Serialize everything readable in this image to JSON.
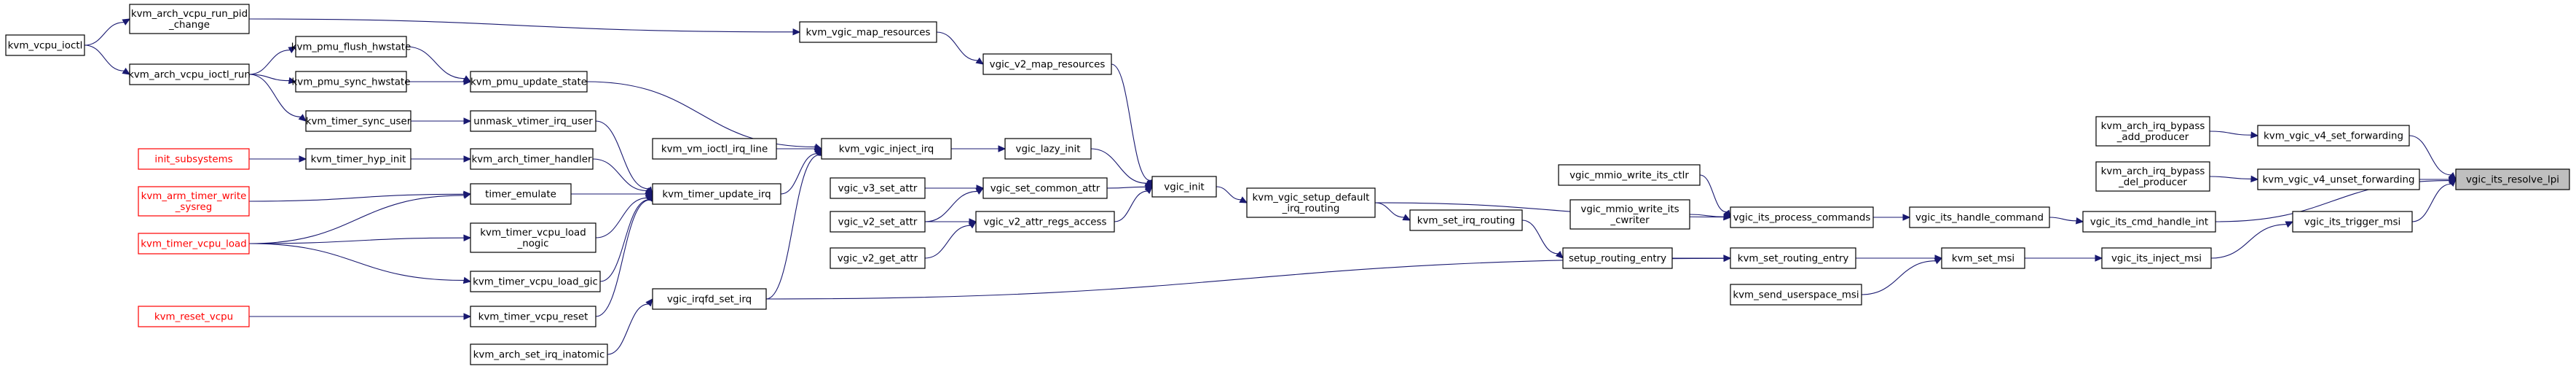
{
  "graph": {
    "root": "vgic_its_resolve_lpi",
    "nodes": {
      "kvm_vcpu_ioctl": {
        "lines": [
          "kvm_vcpu_ioctl"
        ]
      },
      "kvm_arch_vcpu_run_pid_change": {
        "lines": [
          "kvm_arch_vcpu_run_pid",
          "_change"
        ]
      },
      "kvm_arch_vcpu_ioctl_run": {
        "lines": [
          "kvm_arch_vcpu_ioctl_run"
        ]
      },
      "kvm_pmu_flush_hwstate": {
        "lines": [
          "kvm_pmu_flush_hwstate"
        ]
      },
      "kvm_pmu_sync_hwstate": {
        "lines": [
          "kvm_pmu_sync_hwstate"
        ]
      },
      "kvm_timer_sync_user": {
        "lines": [
          "kvm_timer_sync_user"
        ]
      },
      "init_subsystems": {
        "lines": [
          "init_subsystems"
        ],
        "color": "red"
      },
      "kvm_timer_hyp_init": {
        "lines": [
          "kvm_timer_hyp_init"
        ]
      },
      "kvm_arm_timer_write_sysreg": {
        "lines": [
          "kvm_arm_timer_write",
          "_sysreg"
        ],
        "color": "red"
      },
      "kvm_timer_vcpu_load": {
        "lines": [
          "kvm_timer_vcpu_load"
        ],
        "color": "red"
      },
      "kvm_reset_vcpu": {
        "lines": [
          "kvm_reset_vcpu"
        ],
        "color": "red"
      },
      "kvm_pmu_update_state": {
        "lines": [
          "kvm_pmu_update_state"
        ]
      },
      "unmask_vtimer_irq_user": {
        "lines": [
          "unmask_vtimer_irq_user"
        ]
      },
      "kvm_arch_timer_handler": {
        "lines": [
          "kvm_arch_timer_handler"
        ]
      },
      "timer_emulate": {
        "lines": [
          "timer_emulate"
        ]
      },
      "kvm_timer_vcpu_load_nogic": {
        "lines": [
          "kvm_timer_vcpu_load",
          "_nogic"
        ]
      },
      "kvm_timer_vcpu_load_gic": {
        "lines": [
          "kvm_timer_vcpu_load_gic"
        ]
      },
      "kvm_timer_vcpu_reset": {
        "lines": [
          "kvm_timer_vcpu_reset"
        ]
      },
      "kvm_arch_set_irq_inatomic": {
        "lines": [
          "kvm_arch_set_irq_inatomic"
        ]
      },
      "kvm_vm_ioctl_irq_line": {
        "lines": [
          "kvm_vm_ioctl_irq_line"
        ]
      },
      "kvm_timer_update_irq": {
        "lines": [
          "kvm_timer_update_irq"
        ]
      },
      "vgic_irqfd_set_irq": {
        "lines": [
          "vgic_irqfd_set_irq"
        ]
      },
      "kvm_vgic_map_resources": {
        "lines": [
          "kvm_vgic_map_resources"
        ]
      },
      "kvm_vgic_inject_irq": {
        "lines": [
          "kvm_vgic_inject_irq"
        ]
      },
      "vgic_v3_set_attr": {
        "lines": [
          "vgic_v3_set_attr"
        ]
      },
      "vgic_v2_set_attr": {
        "lines": [
          "vgic_v2_set_attr"
        ]
      },
      "vgic_v2_get_attr": {
        "lines": [
          "vgic_v2_get_attr"
        ]
      },
      "vgic_v2_map_resources": {
        "lines": [
          "vgic_v2_map_resources"
        ]
      },
      "vgic_lazy_init": {
        "lines": [
          "vgic_lazy_init"
        ]
      },
      "vgic_set_common_attr": {
        "lines": [
          "vgic_set_common_attr"
        ]
      },
      "vgic_v2_attr_regs_access": {
        "lines": [
          "vgic_v2_attr_regs_access"
        ]
      },
      "vgic_init": {
        "lines": [
          "vgic_init"
        ]
      },
      "kvm_vgic_setup_default_irq_routing": {
        "lines": [
          "kvm_vgic_setup_default",
          "_irq_routing"
        ]
      },
      "kvm_set_irq_routing": {
        "lines": [
          "kvm_set_irq_routing"
        ]
      },
      "setup_routing_entry": {
        "lines": [
          "setup_routing_entry"
        ]
      },
      "vgic_mmio_write_its_ctlr": {
        "lines": [
          "vgic_mmio_write_its_ctlr"
        ]
      },
      "vgic_mmio_write_its_cwriter": {
        "lines": [
          "vgic_mmio_write_its",
          "_cwriter"
        ]
      },
      "kvm_set_routing_entry": {
        "lines": [
          "kvm_set_routing_entry"
        ]
      },
      "kvm_send_userspace_msi": {
        "lines": [
          "kvm_send_userspace_msi"
        ]
      },
      "vgic_its_process_commands": {
        "lines": [
          "vgic_its_process_commands"
        ]
      },
      "kvm_set_msi": {
        "lines": [
          "kvm_set_msi"
        ]
      },
      "vgic_its_handle_command": {
        "lines": [
          "vgic_its_handle_command"
        ]
      },
      "vgic_its_cmd_handle_int": {
        "lines": [
          "vgic_its_cmd_handle_int"
        ]
      },
      "vgic_its_inject_msi": {
        "lines": [
          "vgic_its_inject_msi"
        ]
      },
      "kvm_arch_irq_bypass_add_producer": {
        "lines": [
          "kvm_arch_irq_bypass",
          "_add_producer"
        ]
      },
      "kvm_arch_irq_bypass_del_producer": {
        "lines": [
          "kvm_arch_irq_bypass",
          "_del_producer"
        ]
      },
      "kvm_vgic_v4_set_forwarding": {
        "lines": [
          "kvm_vgic_v4_set_forwarding"
        ]
      },
      "kvm_vgic_v4_unset_forwarding": {
        "lines": [
          "kvm_vgic_v4_unset_forwarding"
        ]
      },
      "vgic_its_trigger_msi": {
        "lines": [
          "vgic_its_trigger_msi"
        ]
      },
      "vgic_its_resolve_lpi": {
        "lines": [
          "vgic_its_resolve_lpi"
        ]
      }
    },
    "edges": [
      [
        "vgic_its_resolve_lpi",
        "kvm_vgic_v4_set_forwarding"
      ],
      [
        "vgic_its_resolve_lpi",
        "kvm_vgic_v4_unset_forwarding"
      ],
      [
        "vgic_its_resolve_lpi",
        "vgic_its_trigger_msi"
      ],
      [
        "vgic_its_resolve_lpi",
        "vgic_its_cmd_handle_int"
      ],
      [
        "kvm_vgic_v4_set_forwarding",
        "kvm_arch_irq_bypass_add_producer"
      ],
      [
        "kvm_vgic_v4_unset_forwarding",
        "kvm_arch_irq_bypass_del_producer"
      ],
      [
        "vgic_its_trigger_msi",
        "vgic_its_inject_msi"
      ],
      [
        "vgic_its_cmd_handle_int",
        "vgic_its_handle_command"
      ],
      [
        "vgic_its_inject_msi",
        "kvm_set_msi"
      ],
      [
        "vgic_its_handle_command",
        "vgic_its_process_commands"
      ],
      [
        "vgic_its_process_commands",
        "vgic_mmio_write_its_ctlr"
      ],
      [
        "vgic_its_process_commands",
        "vgic_mmio_write_its_cwriter"
      ],
      [
        "vgic_its_process_commands",
        "kvm_vgic_setup_default_irq_routing"
      ],
      [
        "kvm_set_msi",
        "kvm_set_routing_entry"
      ],
      [
        "kvm_set_msi",
        "kvm_send_userspace_msi"
      ],
      [
        "kvm_set_routing_entry",
        "setup_routing_entry"
      ],
      [
        "kvm_set_routing_entry",
        "vgic_irqfd_set_irq"
      ],
      [
        "setup_routing_entry",
        "kvm_set_irq_routing"
      ],
      [
        "kvm_set_irq_routing",
        "kvm_vgic_setup_default_irq_routing"
      ],
      [
        "kvm_vgic_setup_default_irq_routing",
        "vgic_init"
      ],
      [
        "vgic_init",
        "vgic_v2_map_resources"
      ],
      [
        "vgic_init",
        "vgic_lazy_init"
      ],
      [
        "vgic_init",
        "vgic_set_common_attr"
      ],
      [
        "vgic_init",
        "vgic_v2_attr_regs_access"
      ],
      [
        "vgic_v2_map_resources",
        "kvm_vgic_map_resources"
      ],
      [
        "kvm_vgic_map_resources",
        "kvm_arch_vcpu_run_pid_change"
      ],
      [
        "kvm_arch_vcpu_run_pid_change",
        "kvm_vcpu_ioctl"
      ],
      [
        "vgic_lazy_init",
        "kvm_vgic_inject_irq"
      ],
      [
        "vgic_set_common_attr",
        "vgic_v3_set_attr"
      ],
      [
        "vgic_set_common_attr",
        "vgic_v2_set_attr"
      ],
      [
        "vgic_v2_attr_regs_access",
        "vgic_v2_set_attr"
      ],
      [
        "vgic_v2_attr_regs_access",
        "vgic_v2_get_attr"
      ],
      [
        "kvm_vgic_inject_irq",
        "kvm_pmu_update_state"
      ],
      [
        "kvm_vgic_inject_irq",
        "kvm_vm_ioctl_irq_line"
      ],
      [
        "kvm_vgic_inject_irq",
        "kvm_timer_update_irq"
      ],
      [
        "kvm_vgic_inject_irq",
        "vgic_irqfd_set_irq"
      ],
      [
        "vgic_irqfd_set_irq",
        "kvm_arch_set_irq_inatomic"
      ],
      [
        "kvm_timer_update_irq",
        "unmask_vtimer_irq_user"
      ],
      [
        "kvm_timer_update_irq",
        "kvm_arch_timer_handler"
      ],
      [
        "kvm_timer_update_irq",
        "timer_emulate"
      ],
      [
        "kvm_timer_update_irq",
        "kvm_timer_vcpu_load_nogic"
      ],
      [
        "kvm_timer_update_irq",
        "kvm_timer_vcpu_load_gic"
      ],
      [
        "kvm_timer_update_irq",
        "kvm_timer_vcpu_reset"
      ],
      [
        "kvm_pmu_update_state",
        "kvm_pmu_flush_hwstate"
      ],
      [
        "kvm_pmu_update_state",
        "kvm_pmu_sync_hwstate"
      ],
      [
        "kvm_pmu_flush_hwstate",
        "kvm_arch_vcpu_ioctl_run"
      ],
      [
        "kvm_pmu_sync_hwstate",
        "kvm_arch_vcpu_ioctl_run"
      ],
      [
        "kvm_arch_vcpu_ioctl_run",
        "kvm_vcpu_ioctl"
      ],
      [
        "unmask_vtimer_irq_user",
        "kvm_timer_sync_user"
      ],
      [
        "kvm_timer_sync_user",
        "kvm_arch_vcpu_ioctl_run"
      ],
      [
        "kvm_arch_timer_handler",
        "kvm_timer_hyp_init"
      ],
      [
        "kvm_timer_hyp_init",
        "init_subsystems"
      ],
      [
        "timer_emulate",
        "kvm_arm_timer_write_sysreg"
      ],
      [
        "timer_emulate",
        "kvm_timer_vcpu_load"
      ],
      [
        "kvm_timer_vcpu_load_nogic",
        "kvm_timer_vcpu_load"
      ],
      [
        "kvm_timer_vcpu_load_gic",
        "kvm_timer_vcpu_load"
      ],
      [
        "kvm_timer_vcpu_reset",
        "kvm_reset_vcpu"
      ]
    ]
  }
}
